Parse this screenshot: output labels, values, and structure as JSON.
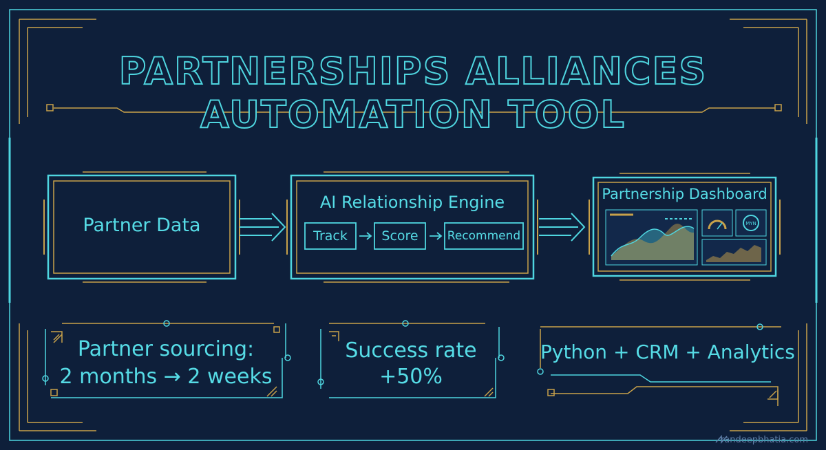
{
  "title": "PARTNERSHIPS ALLIANCES AUTOMATION TOOL",
  "flow": {
    "input": {
      "label": "Partner Data"
    },
    "engine": {
      "label": "AI Relationship Engine",
      "steps": [
        "Track",
        "Score",
        "Recommend"
      ]
    },
    "output": {
      "label": "Partnership Dashboard",
      "gauge_label": "MYN"
    }
  },
  "results": [
    {
      "line1": "Partner sourcing:",
      "line2": "2 months → 2 weeks"
    },
    {
      "line1": "Success rate",
      "line2": "+50%"
    },
    {
      "line1": "Python + CRM + Analytics",
      "line2": ""
    }
  ],
  "credit": "randeepbhatia.com",
  "colors": {
    "background": "#0e1f3a",
    "cyan": "#4fd6e0",
    "gold": "#c9a24a"
  }
}
